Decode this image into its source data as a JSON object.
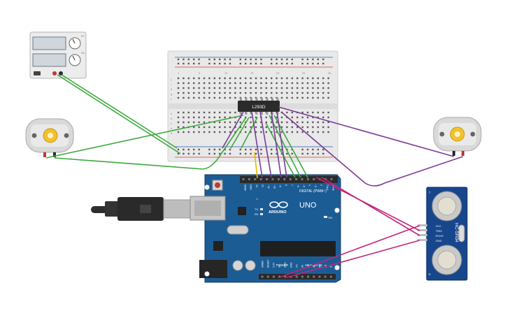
{
  "ic": {
    "label": "L293D"
  },
  "arduino": {
    "logo_text": "ARDUINO",
    "model": "UNO",
    "digital_label": "DIGITAL (PWM~)",
    "power_label": "POWER",
    "analog_label": "ANALOG IN",
    "on_label": "ON",
    "l_label": "L",
    "tx_label": "TX",
    "rx_label": "RX",
    "top_pin_labels": [
      "AREF",
      "GND",
      "13",
      "12",
      "~11",
      "~10",
      "~9",
      "8",
      "7",
      "~6",
      "~5",
      "4",
      "~3",
      "2",
      "TX▸1",
      "RX◂0"
    ],
    "bottom_pin_labels": [
      "IOREF",
      "RESET",
      "3.3V",
      "5V",
      "GND",
      "GND",
      "Vin",
      "A0",
      "A1",
      "A2",
      "A3",
      "A4",
      "A5"
    ]
  },
  "sensor": {
    "model": "HC-SR04",
    "pin_labels": [
      "VCC",
      "TRIG",
      "ECHO",
      "GND"
    ],
    "side_marks": [
      "T",
      "R"
    ]
  },
  "breadboard": {
    "column_numbers": [
      "1",
      "5",
      "10",
      "15",
      "20",
      "25",
      "30"
    ],
    "row_letters_top": [
      "j",
      "i",
      "h",
      "g",
      "f"
    ],
    "row_letters_bottom": [
      "e",
      "d",
      "c",
      "b",
      "a"
    ]
  },
  "power_supply": {
    "knob_marks": [
      "0V",
      "0A"
    ]
  },
  "colors": {
    "wire_green": "#3daa3d",
    "wire_purple": "#7a3a96",
    "wire_magenta": "#c2257a",
    "wire_yellow": "#e6b800",
    "board_blue": "#1c5c94",
    "sensor_blue": "#17468c"
  }
}
